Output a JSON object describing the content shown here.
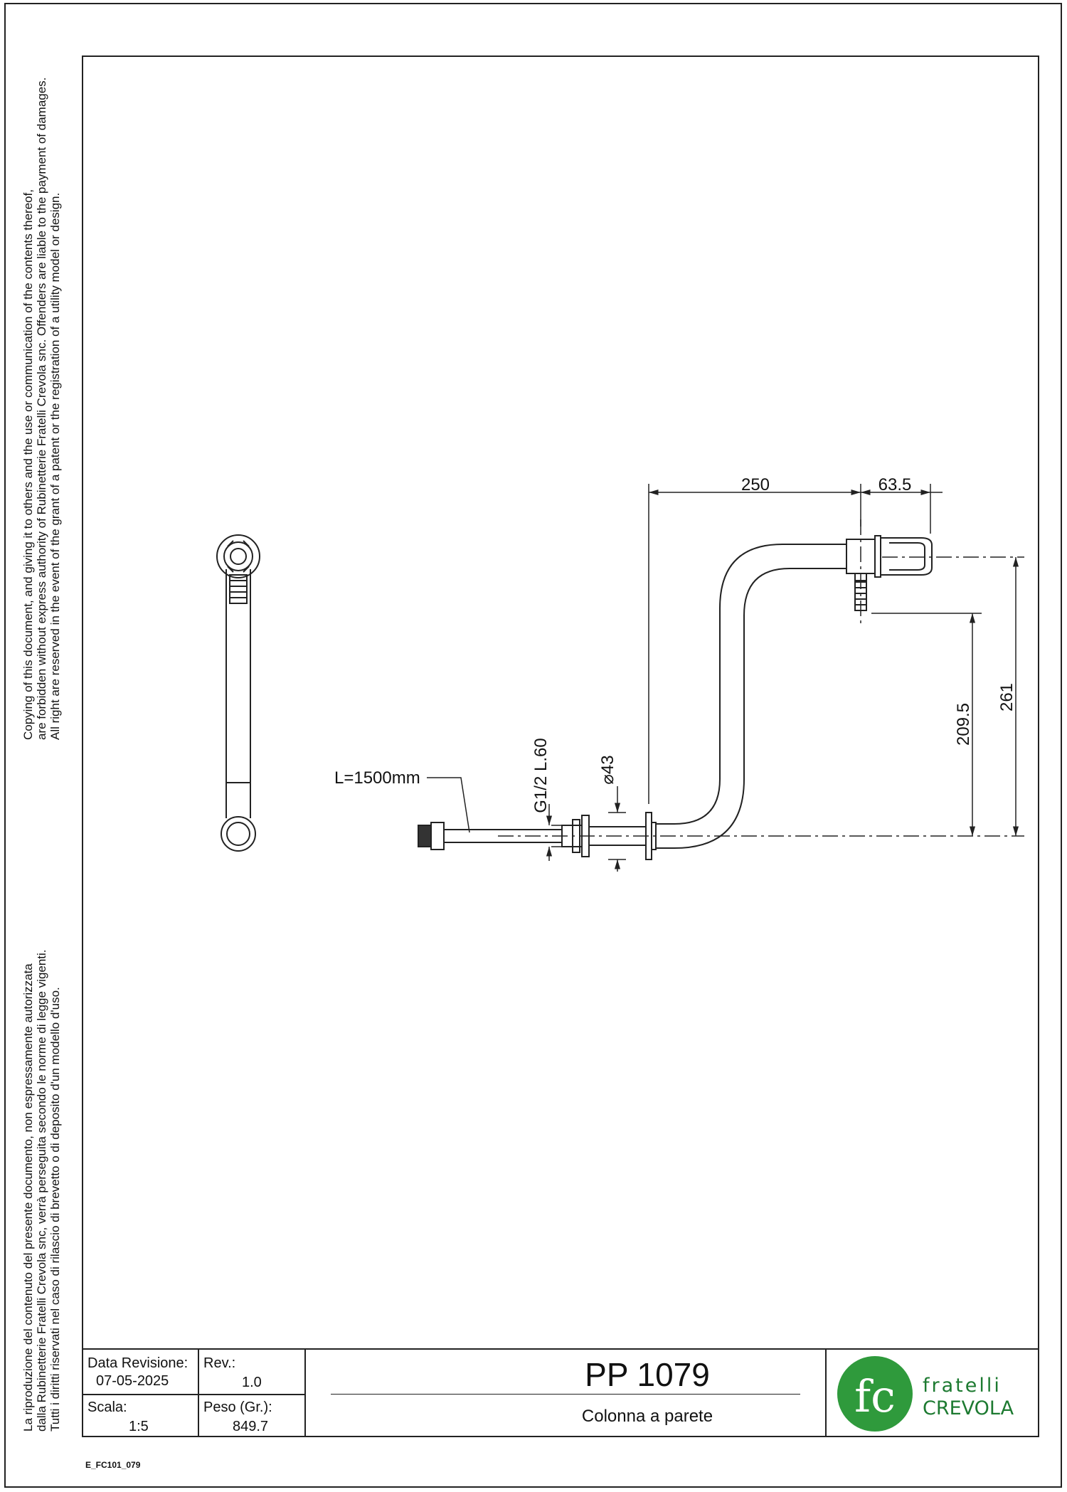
{
  "notice_en": {
    "line1": "Copying of this document, and giving it to others and the use or communication of the contents thereof,",
    "line2": "are forbidden without express authority of Rubinetterie Fratelli Crevola snc. Offenders are liable to the payment of damages.",
    "line3": "All right are reserved in the event of the grant of a patent or the registration of a utility model or design."
  },
  "notice_it": {
    "line1": "La riproduzione del contenuto del presente documento, non espressamente autorizzata",
    "line2": "dalla Rubinetterie Fratelli Crevola snc, verrà perseguita secondo le norme di legge vigenti.",
    "line3": "Tutti i diritti riservati nel caso di rilascio di brevetto o di deposito d'un modello d'uso."
  },
  "dimensions": {
    "hose_length": "L=1500mm",
    "thread": "G1/2 L.60",
    "flange_diameter": "43",
    "horizontal_reach": "250",
    "head_length": "63.5",
    "outlet_height": "209.5",
    "total_height": "261"
  },
  "title_block": {
    "revision_date_label": "Data Revisione:",
    "revision_date": "07-05-2025",
    "rev_label": "Rev.:",
    "rev": "1.0",
    "scale_label": "Scala:",
    "scale": "1:5",
    "weight_label": "Peso (Gr.):",
    "weight": "849.7",
    "product_code": "PP 1079",
    "product_name": "Colonna a parete",
    "logo_monogram": "fc",
    "logo_word1": "fratelli",
    "logo_word2": "CREVOLA"
  },
  "file_code": "E_FC101_079",
  "colors": {
    "line": "#222222",
    "logo_green": "#2f9a3c",
    "logo_dark_green": "#1d7a31"
  }
}
